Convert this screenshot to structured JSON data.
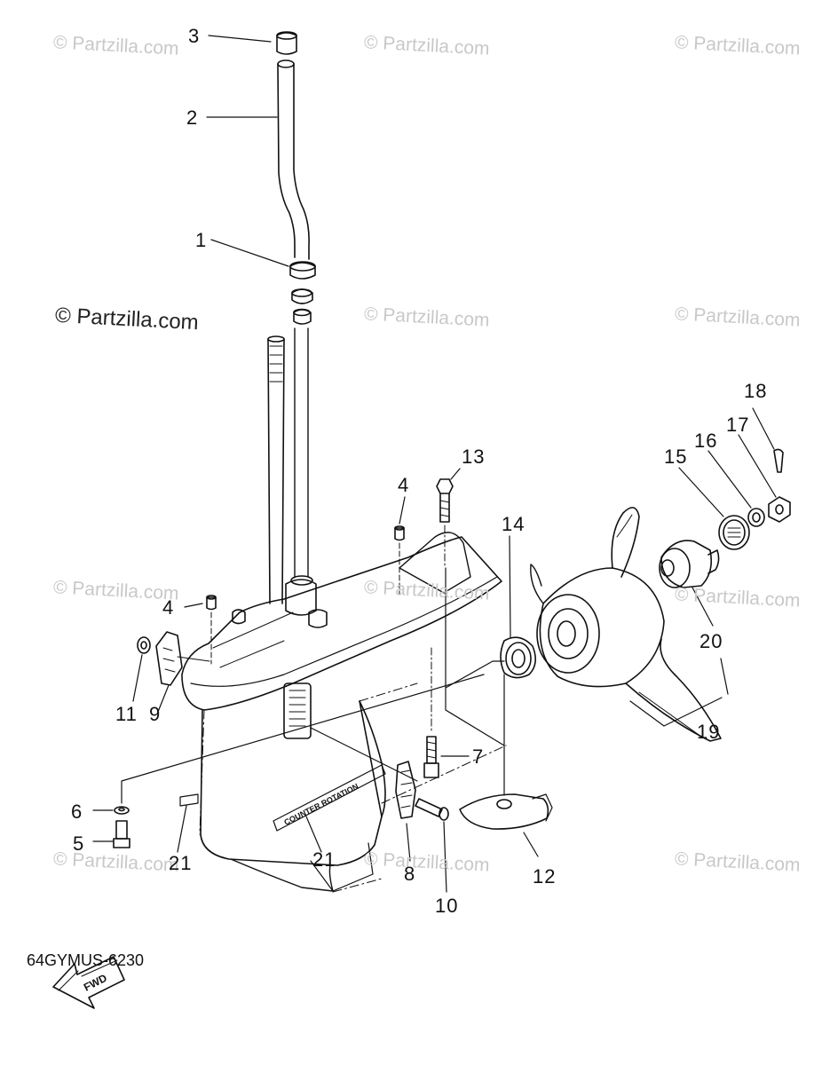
{
  "watermarks": {
    "small": "© Partzilla.com",
    "main": "© Partzilla.com"
  },
  "callouts": [
    "1",
    "2",
    "3",
    "4",
    "4",
    "5",
    "6",
    "7",
    "8",
    "9",
    "10",
    "11",
    "12",
    "13",
    "14",
    "15",
    "16",
    "17",
    "18",
    "19",
    "20",
    "21",
    "21"
  ],
  "fwd_label": "FWD",
  "decal_text": "COUNTER ROTATION",
  "diagram_code": "64GYMUS-6230"
}
